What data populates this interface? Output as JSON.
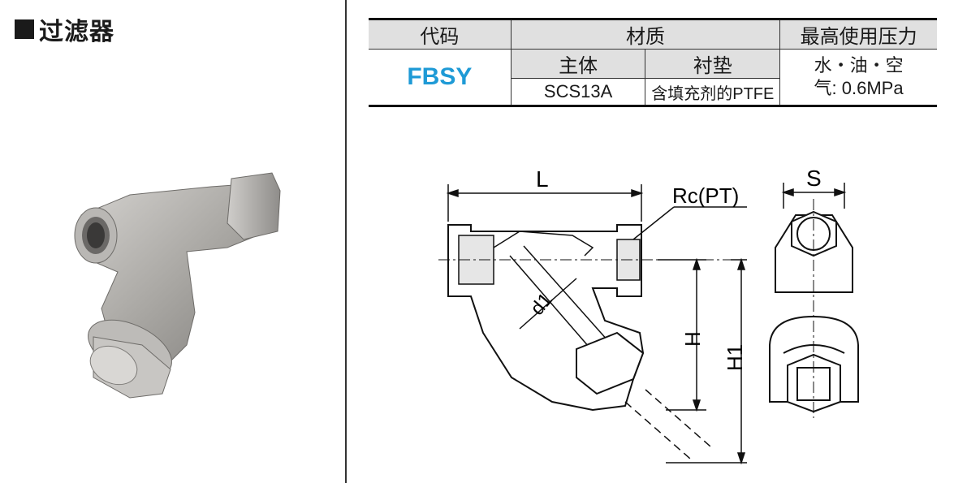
{
  "section": {
    "title": "过滤器"
  },
  "table": {
    "headers": {
      "code": "代码",
      "material": "材质",
      "pressure": "最高使用压力"
    },
    "subheaders": {
      "body": "主体",
      "lining": "衬垫"
    },
    "row": {
      "code": "FBSY",
      "body": "SCS13A",
      "lining": "含填充剂的PTFE",
      "pressure_line1": "水・油・空",
      "pressure_line2": "气: 0.6MPa"
    }
  },
  "drawing": {
    "labels": {
      "L": "L",
      "S": "S",
      "thread": "Rc(PT)",
      "d1": "d1",
      "H": "H",
      "H1": "H1"
    }
  },
  "colors": {
    "code_blue": "#1e9ad6",
    "header_gray": "#e0e0e0"
  }
}
